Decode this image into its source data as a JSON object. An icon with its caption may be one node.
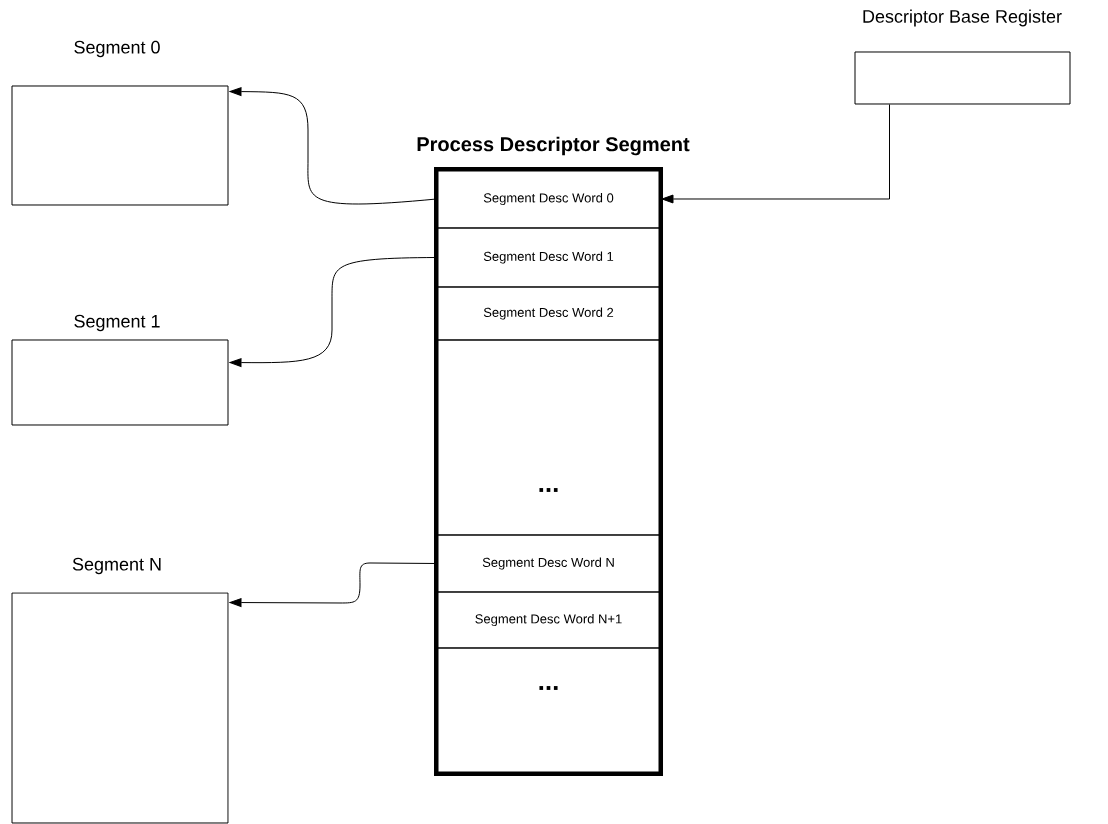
{
  "diagram": {
    "nodes": [
      {
        "text": [
          "Segment 0"
        ]
      },
      {
        "text": [
          "Segment 1"
        ]
      },
      {
        "text": [
          "Segment N"
        ]
      },
      {
        "text": [
          "Descriptor Base Register"
        ]
      },
      {
        "text": [
          "Process Descriptor Segment"
        ]
      },
      {
        "text": [
          "Segment Desc Word 0"
        ],
        "in": 4
      },
      {
        "text": [
          "Segment Desc Word 1"
        ],
        "in": 4
      },
      {
        "text": [
          "Segment Desc Word 2"
        ],
        "in": 4
      },
      {
        "text": [
          "..."
        ],
        "in": 4
      },
      {
        "text": [
          "Segment Desc Word N"
        ],
        "in": 4
      },
      {
        "text": [
          "Segment Desc Word N+1"
        ],
        "in": 4
      },
      {
        "text": [
          "..."
        ],
        "in": 4
      }
    ],
    "edges": [
      {
        "from": 5,
        "to": 0,
        "arrow": "to"
      },
      {
        "from": 6,
        "to": 1,
        "arrow": "to"
      },
      {
        "from": 9,
        "to": 2,
        "arrow": "to"
      },
      {
        "from": 3,
        "to": 5,
        "arrow": "to"
      }
    ]
  }
}
